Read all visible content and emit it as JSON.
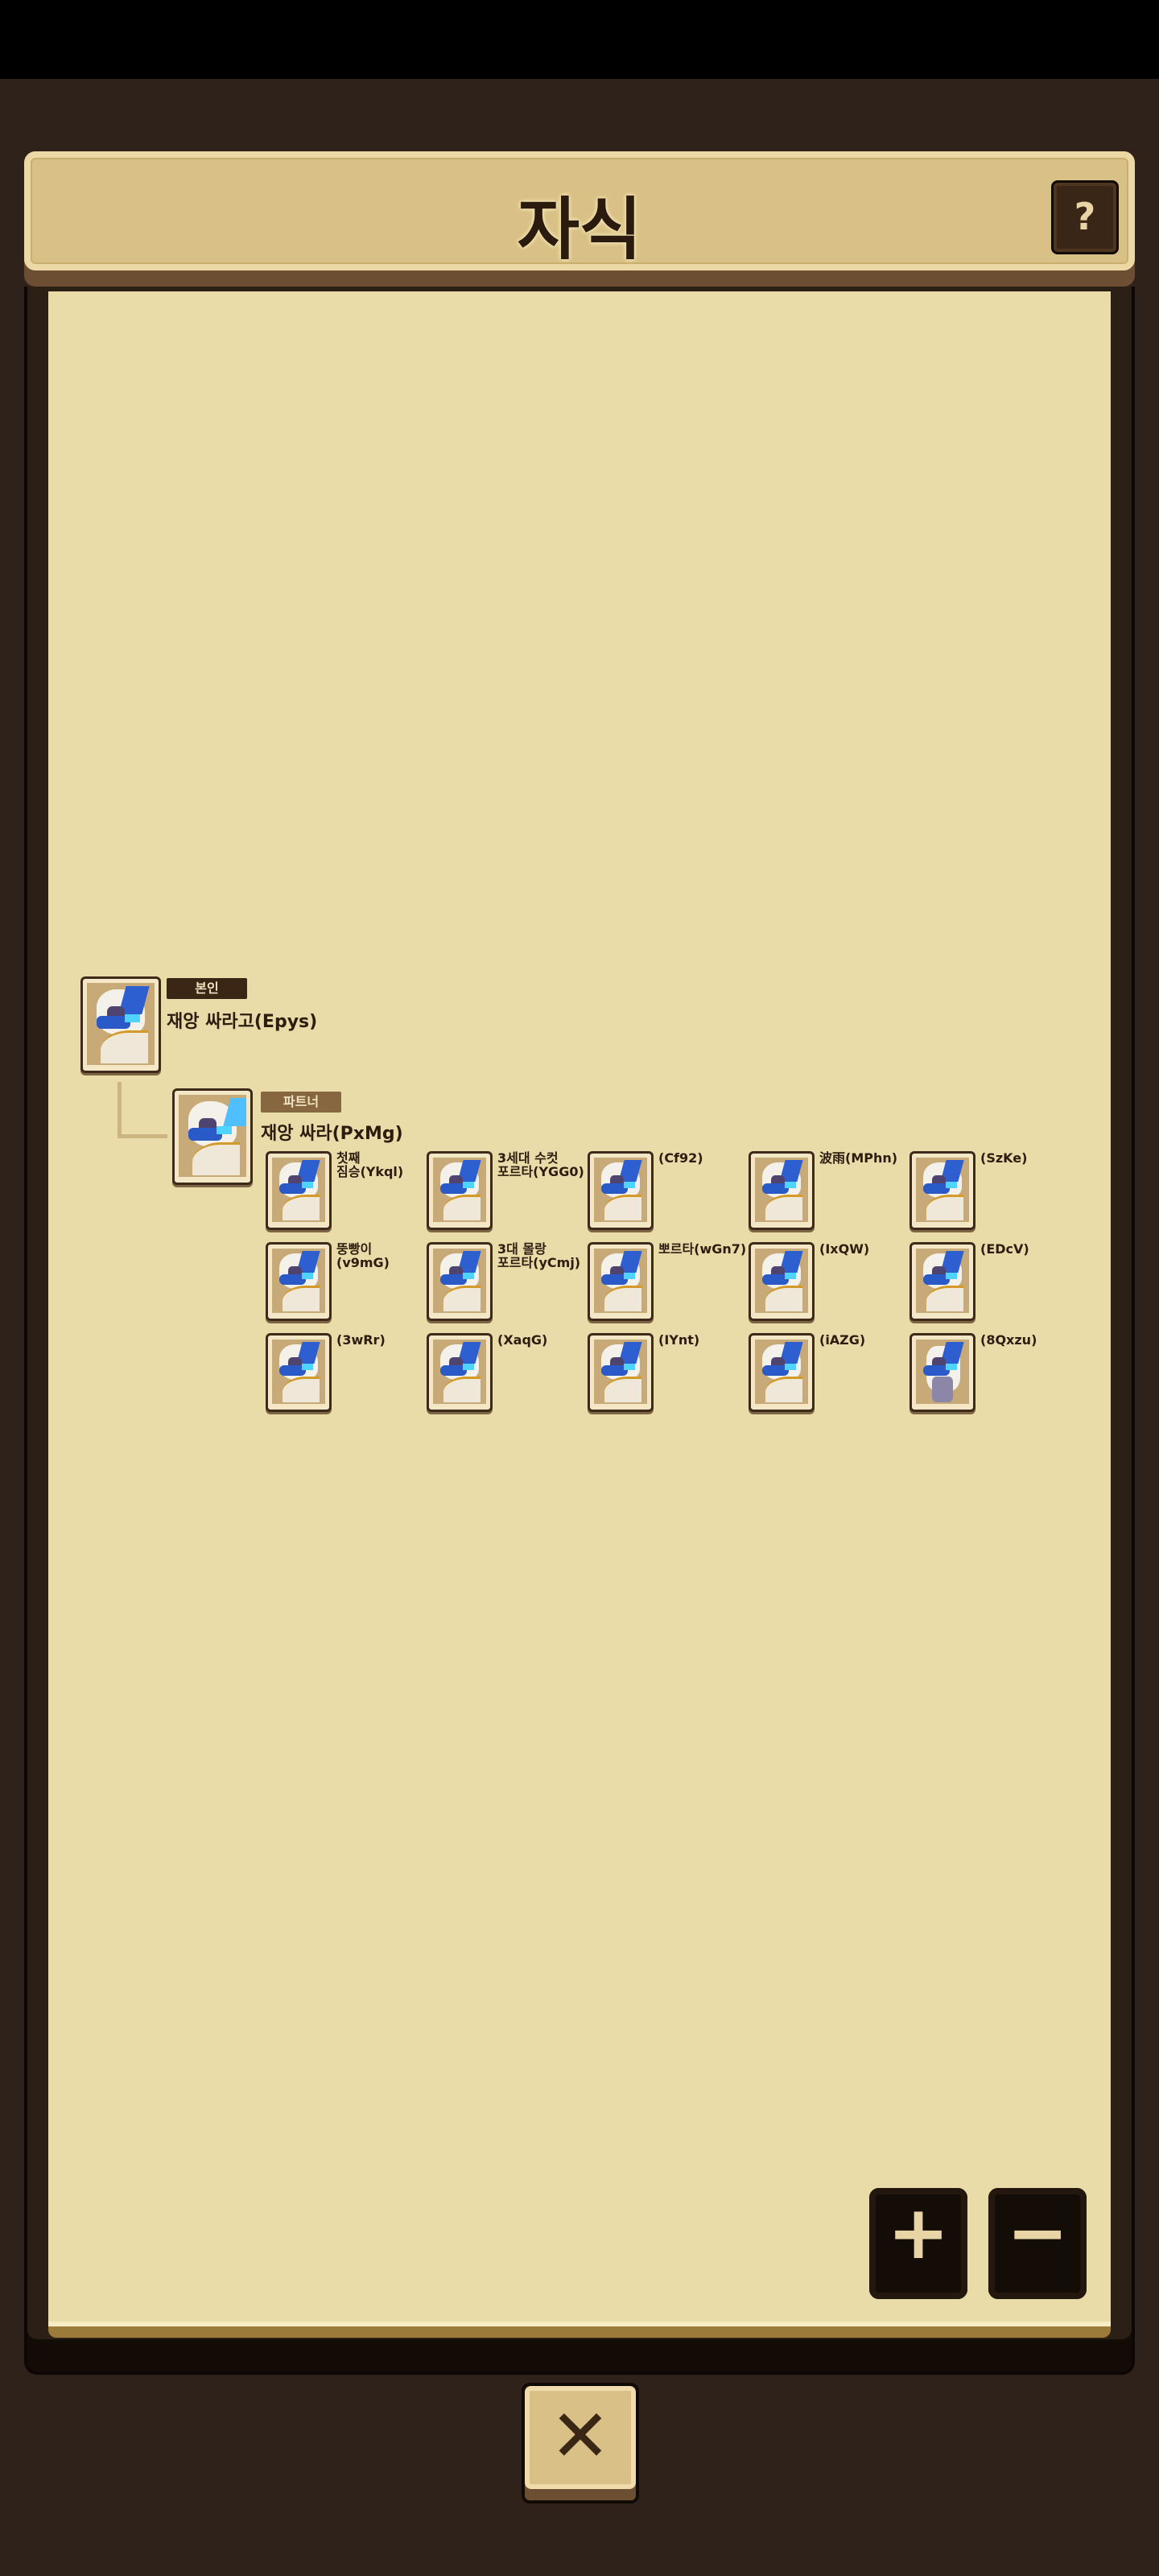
{
  "header": {
    "title": "자식",
    "help_label": "?"
  },
  "self": {
    "badge": "본인",
    "name": "재앙 싸라고(Epys)"
  },
  "partner": {
    "badge": "파트너",
    "name": "재앙 싸라(PxMg)"
  },
  "children": [
    {
      "name": "첫째\n짐승(Ykql)"
    },
    {
      "name": "3세대 수컷\n포르타(YGG0)"
    },
    {
      "name": "(Cf92)"
    },
    {
      "name": "波雨(MPhn)"
    },
    {
      "name": "(SzKe)"
    },
    {
      "name": "뚱빵이(v9mG)"
    },
    {
      "name": "3대 몰랑\n포르타(yCmj)"
    },
    {
      "name": "뽀르타(wGn7)"
    },
    {
      "name": "(IxQW)"
    },
    {
      "name": "(EDcV)"
    },
    {
      "name": "(3wRr)"
    },
    {
      "name": "(XaqG)"
    },
    {
      "name": "(IYnt)"
    },
    {
      "name": "(iAZG)"
    },
    {
      "name": "(8Qxzu)"
    }
  ],
  "controls": {
    "zoom_in": "+",
    "zoom_out": "−",
    "close": "✕"
  },
  "colors": {
    "background": "#2f221b",
    "parchment": "#e9dca8",
    "header": "#d8c086",
    "badge_self": "#3b2616",
    "badge_partner": "#86673f"
  }
}
